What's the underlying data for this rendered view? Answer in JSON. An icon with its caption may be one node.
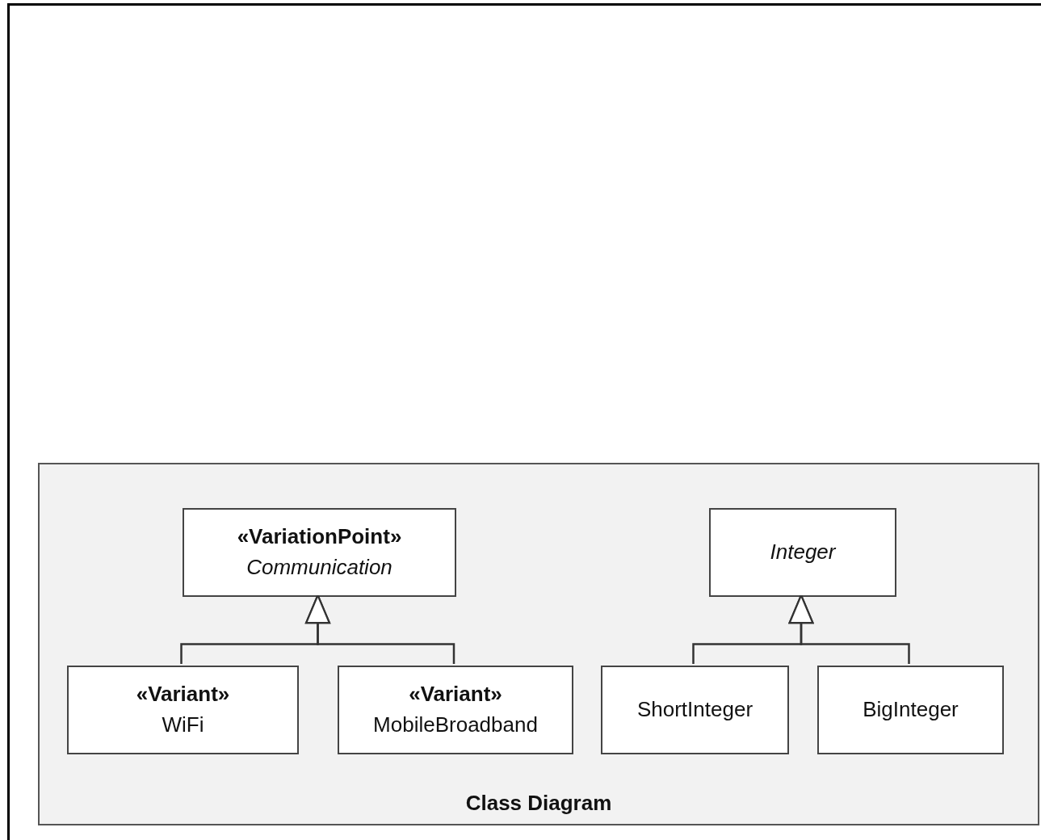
{
  "diagram": {
    "nodes": [
      {
        "text": [
          "Class Diagram"
        ]
      },
      {
        "text": [
          "«VariationPoint»",
          "Communication"
        ],
        "in": 0
      },
      {
        "text": [
          "«Variant»",
          "WiFi"
        ],
        "in": 0
      },
      {
        "text": [
          "«Variant»",
          "MobileBroadband"
        ],
        "in": 0
      },
      {
        "text": [
          "Integer"
        ],
        "in": 0
      },
      {
        "text": [
          "ShortInteger"
        ],
        "in": 0
      },
      {
        "text": [
          "BigInteger"
        ],
        "in": 0
      }
    ],
    "edges": [
      {
        "from": 2,
        "to": 1,
        "arrow": "to"
      },
      {
        "from": 3,
        "to": 1,
        "arrow": "to"
      },
      {
        "from": 5,
        "to": 4,
        "arrow": "to"
      },
      {
        "from": 6,
        "to": 4,
        "arrow": "to"
      }
    ]
  }
}
